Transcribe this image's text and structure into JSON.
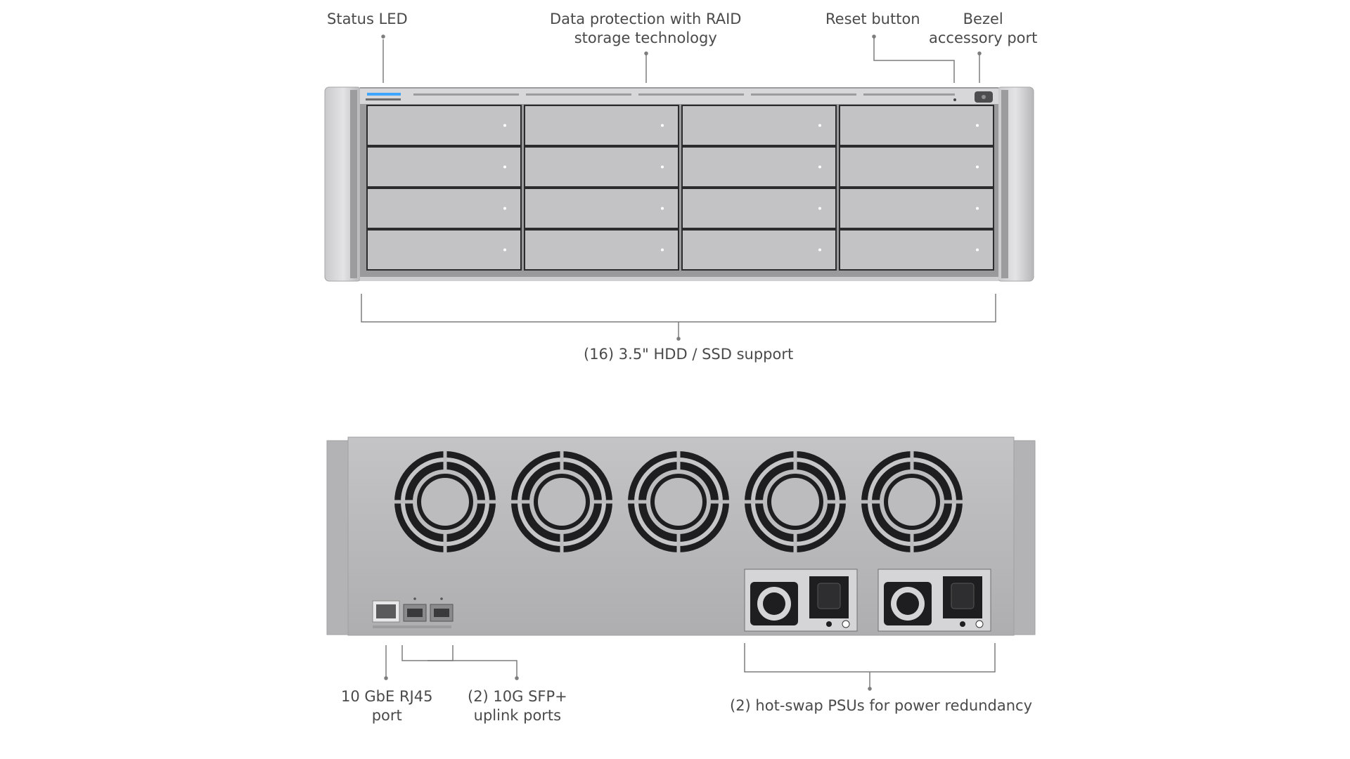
{
  "front": {
    "callouts": {
      "status_led": "Status LED",
      "raid": [
        "Data protection with RAID",
        "storage technology"
      ],
      "reset": "Reset button",
      "bezel": [
        "Bezel",
        "accessory port"
      ],
      "drives": "(16) 3.5\" HDD / SSD support"
    },
    "bays": {
      "columns": 4,
      "rows": 4
    }
  },
  "rear": {
    "callouts": {
      "rj45": [
        "10 GbE RJ45",
        "port"
      ],
      "sfp": [
        "(2) 10G SFP+",
        "uplink ports"
      ],
      "psu": "(2) hot-swap PSUs for power redundancy"
    },
    "fans": 5,
    "psus": 2,
    "sfp_ports": 2
  }
}
